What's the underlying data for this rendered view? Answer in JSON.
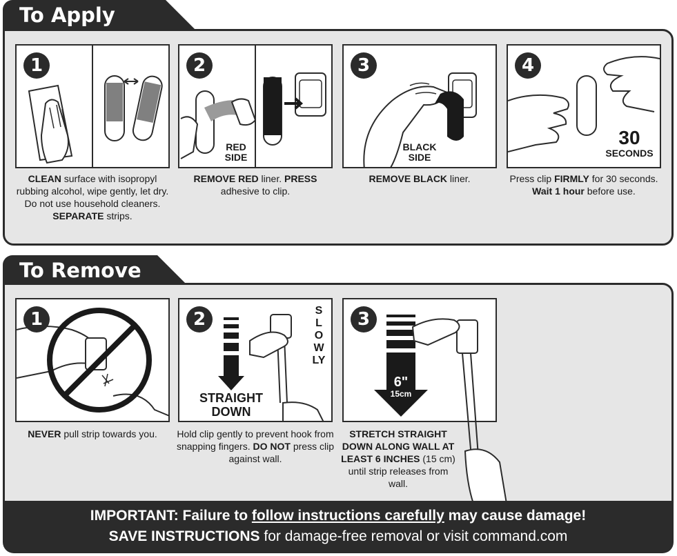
{
  "apply": {
    "title": "To Apply",
    "steps": [
      {
        "num": "1",
        "b1": "CLEAN",
        "t1": " surface with isopropyl rubbing alcohol, wipe gently, let dry. Do not use household cleaners. ",
        "b2": "SEPARATE",
        "t2": " strips."
      },
      {
        "num": "2",
        "label_a": "RED",
        "label_b": "SIDE",
        "b1": "REMOVE RED",
        "t1": " liner. ",
        "b2": "PRESS",
        "t2": " adhesive to clip."
      },
      {
        "num": "3",
        "label_a": "BLACK",
        "label_b": "SIDE",
        "b1": "REMOVE BLACK",
        "t1": " liner."
      },
      {
        "num": "4",
        "label_a": "30",
        "label_b": "SECONDS",
        "t0": "Press clip ",
        "b1": "FIRMLY",
        "t1": " for 30 seconds. ",
        "b2": "Wait 1 hour",
        "t2": " before use."
      }
    ]
  },
  "remove": {
    "title": "To Remove",
    "steps": [
      {
        "num": "1",
        "b1": "NEVER",
        "t1": " pull strip towards you."
      },
      {
        "num": "2",
        "label_a": "STRAIGHT",
        "label_b": "DOWN",
        "slowly": "SLOWLY",
        "t1": "Hold clip gently to prevent hook from snapping fingers. ",
        "b1": "DO NOT",
        "t2": " press clip against wall."
      },
      {
        "num": "3",
        "label_a": "6\"",
        "label_b": "15cm",
        "b1": "STRETCH STRAIGHT DOWN ALONG WALL AT LEAST 6 INCHES",
        "t1": " (15 cm) until strip releases from wall."
      }
    ]
  },
  "footer": {
    "line1_a": "IMPORTANT: Failure to ",
    "line1_u": "follow instructions carefully",
    "line1_b": " may cause damage!",
    "line2_b": "SAVE INSTRUCTIONS",
    "line2_t": " for damage-free removal or visit command.com"
  }
}
